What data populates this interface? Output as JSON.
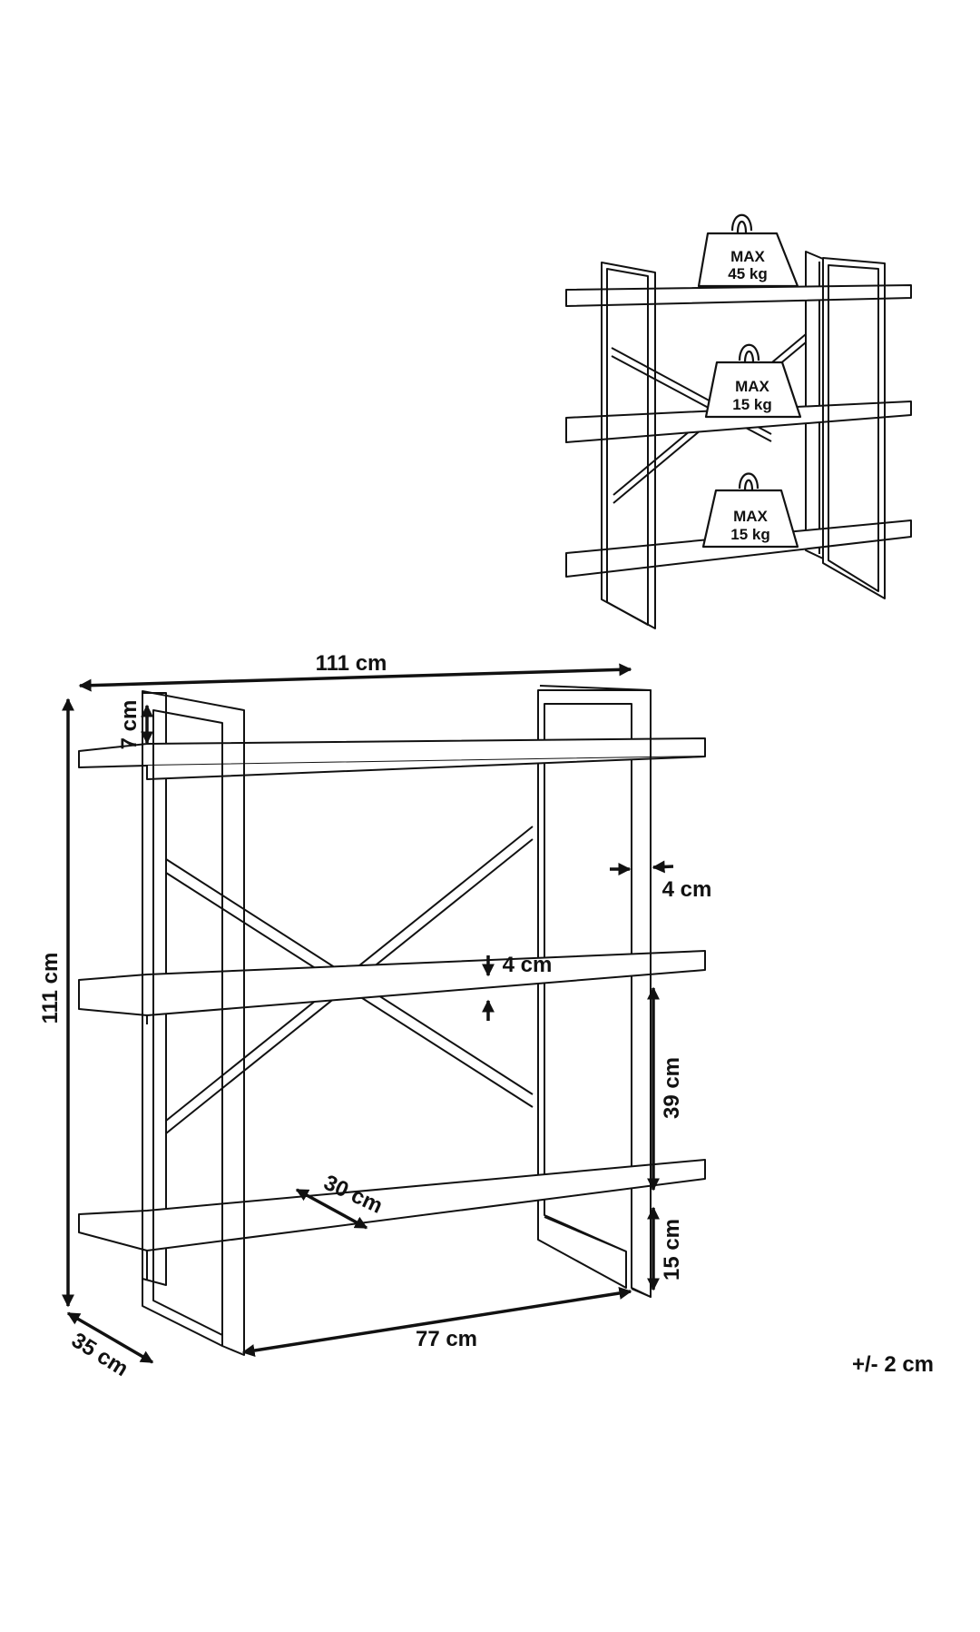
{
  "load_limits": [
    {
      "max_label": "MAX",
      "weight": "45 kg"
    },
    {
      "max_label": "MAX",
      "weight": "15 kg"
    },
    {
      "max_label": "MAX",
      "weight": "15 kg"
    }
  ],
  "dimensions": {
    "width_total": "111 cm",
    "height_total": "111 cm",
    "depth": "35 cm",
    "top_offset": "7 cm",
    "frame_width": "4 cm",
    "shelf_thickness": "4 cm",
    "shelf_spacing": "39 cm",
    "bottom_clearance": "15 cm",
    "shelf_depth": "30 cm",
    "inner_width": "77 cm"
  },
  "tolerance": "+/- 2 cm"
}
